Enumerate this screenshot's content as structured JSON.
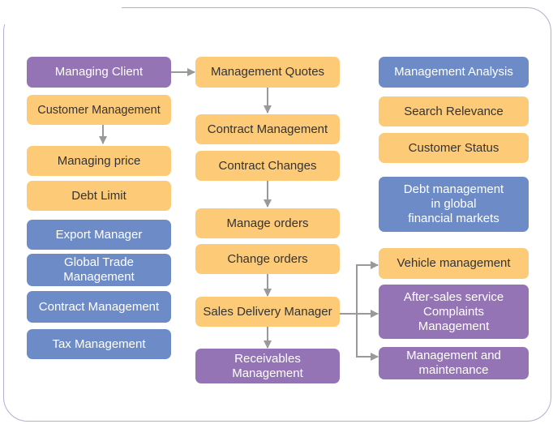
{
  "colors": {
    "purple": "#9474b4",
    "orange": "#fdcb78",
    "blue": "#6d8cc7",
    "arrow": "#999999",
    "frame": "#b4aed6"
  },
  "nodes": {
    "managing_client": "Managing Client",
    "customer_management": "Customer Management",
    "managing_price": "Managing price",
    "debt_limit": "Debt Limit",
    "export_manager": "Export Manager",
    "global_trade": "Global Trade\nManagement",
    "contract_management_left": "Contract Management",
    "tax_management": "Tax Management",
    "management_quotes": "Management Quotes",
    "contract_management_mid": "Contract Management",
    "contract_changes": "Contract Changes",
    "manage_orders": "Manage orders",
    "change_orders": "Change orders",
    "sales_delivery_manager": "Sales Delivery Manager",
    "receivables_management": "Receivables\nManagement",
    "management_analysis": "Management Analysis",
    "search_relevance": "Search Relevance",
    "customer_status": "Customer Status",
    "debt_global": "Debt management\nin global\nfinancial markets",
    "vehicle_management": "Vehicle management",
    "after_sales": "After-sales service\nComplaints\nManagement",
    "management_maintenance": "Management and\nmaintenance"
  },
  "edges": [
    {
      "from": "Managing Client",
      "to": "Management Quotes"
    },
    {
      "from": "Customer Management",
      "to": "Managing price"
    },
    {
      "from": "Management Quotes",
      "to": "Contract Management"
    },
    {
      "from": "Contract Changes",
      "to": "Manage orders"
    },
    {
      "from": "Change orders",
      "to": "Sales Delivery Manager"
    },
    {
      "from": "Sales Delivery Manager",
      "to": "Receivables Management"
    },
    {
      "from": "Sales Delivery Manager",
      "to": "Vehicle management"
    },
    {
      "from": "Sales Delivery Manager",
      "to": "After-sales service Complaints Management"
    },
    {
      "from": "Sales Delivery Manager",
      "to": "Management and maintenance"
    }
  ]
}
